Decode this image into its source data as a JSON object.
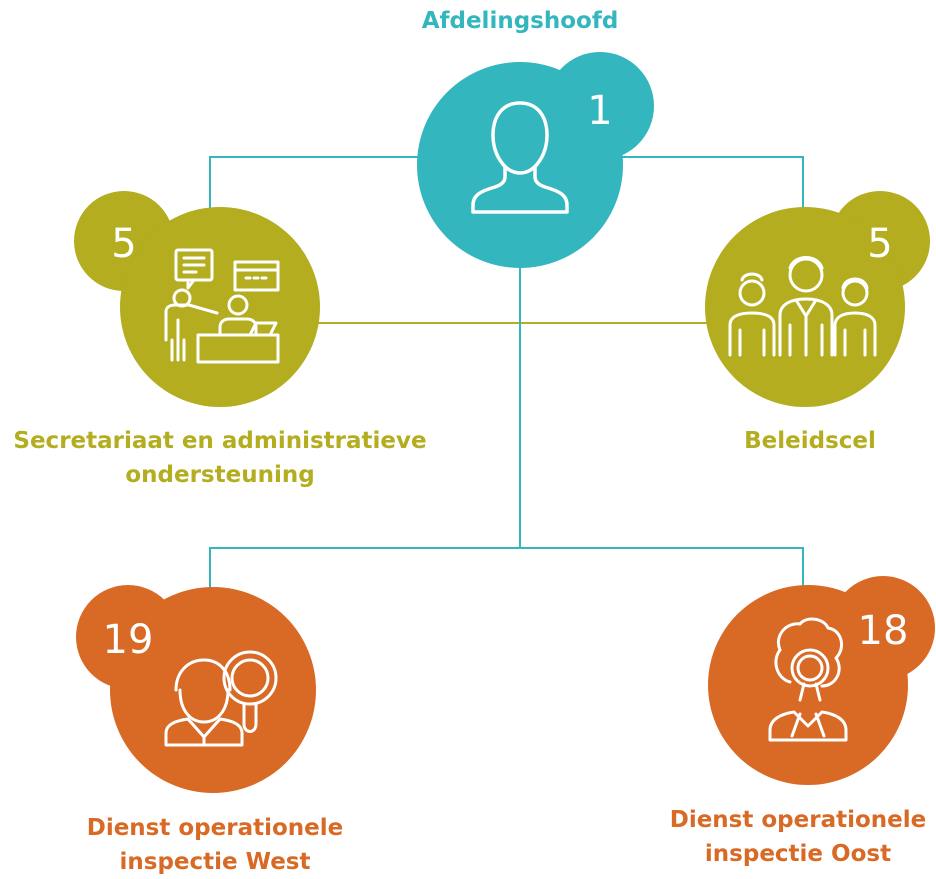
{
  "colors": {
    "teal": "#33b6be",
    "olive": "#b3ad1f",
    "orange": "#d86a26",
    "connector_teal": "#33b6be",
    "connector_olive": "#b3ad1f"
  },
  "nodes": {
    "head": {
      "label": "Afdelingshoofd",
      "count": "1",
      "icon": "person-icon"
    },
    "secretariat": {
      "label": "Secretariaat en administratieve\nondersteuning",
      "count": "5",
      "icon": "reception-desk-icon"
    },
    "policy": {
      "label": "Beleidscel",
      "count": "5",
      "icon": "team-icon"
    },
    "west": {
      "label": "Dienst operationele\ninspectie West",
      "count": "19",
      "icon": "male-inspector-magnifier-icon"
    },
    "east": {
      "label": "Dienst operationele\ninspectie Oost",
      "count": "18",
      "icon": "female-inspector-magnifier-icon"
    }
  }
}
